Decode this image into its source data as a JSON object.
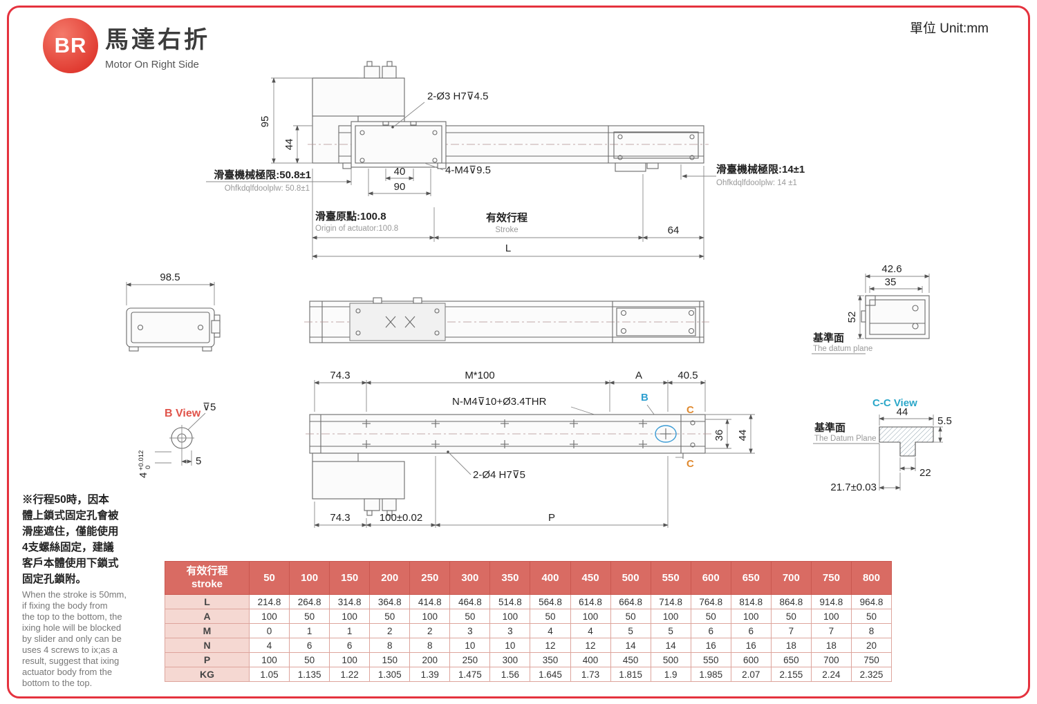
{
  "page": {
    "logo": "BR",
    "title": "馬達右折",
    "subtitle": "Motor On Right Side",
    "unit": "單位 Unit:mm"
  },
  "colors": {
    "frame": "#e5323e",
    "logo": "#e03a30",
    "table_header": "#d96b63",
    "row_label_bg": "#f5d8d2",
    "section_b": "#2e9fd0",
    "section_c": "#e08a30",
    "b_view_title": "#e0534a",
    "cc_title": "#2ba7c9"
  },
  "top_view": {
    "hole_note": "2-Ø3 H7⊽4.5",
    "dim_height_total": "95",
    "dim_height_rail": "44",
    "screw_note": "4-M4⊽9.5",
    "dim_40": "40",
    "dim_90": "90",
    "limit_left_zh": "滑臺機械極限:50.8±1",
    "limit_left_en": "Ohfkdqlfdoolplw: 50.8±1",
    "limit_right_zh": "滑臺機械極限:14±1",
    "limit_right_en": "Ohfkdqlfdoolplw: 14 ±1",
    "origin_zh": "滑臺原點:100.8",
    "origin_en": "Origin of actuator:100.8",
    "stroke_zh": "有效行程",
    "stroke_en": "Stroke",
    "dim_64": "64",
    "dim_total": "L"
  },
  "side_views": {
    "dim_width": "98.5",
    "dim_426": "42.6",
    "dim_35": "35",
    "dim_52": "52",
    "datum_zh": "基準面",
    "datum_en": "The datum plane"
  },
  "bottom_view": {
    "dim_743_top": "74.3",
    "dim_m100": "M*100",
    "dim_a": "A",
    "dim_405": "40.5",
    "hole_note": "N-M4⊽10+Ø3.4THR",
    "section_b": "B",
    "section_c_top": "C",
    "section_c_bottom": "C",
    "dim_36": "36",
    "dim_44": "44",
    "hole_note2": "2-Ø4 H7⊽5",
    "dim_743_bottom": "74.3",
    "dim_100": "100±0.02",
    "dim_p": "P"
  },
  "b_view": {
    "title": "B View",
    "depth_note": "⊽5",
    "dim_5": "5",
    "tol_main": "4",
    "tol_plus": "+0.012",
    "tol_zero": "0"
  },
  "cc_view": {
    "title": "C-C View",
    "dim_44": "44",
    "dim_55": "5.5",
    "dim_22": "22",
    "dim_217": "21.7±0.03",
    "datum_zh": "基準面",
    "datum_en": "The Datum Plane"
  },
  "note": {
    "zh": "※行程50時，因本\n體上鎖式固定孔會被\n滑座遮住，僅能使用\n4支螺絲固定，建議\n客戶本體使用下鎖式\n固定孔鎖附。",
    "en": "When the stroke is 50mm,\nif fixing the body from\nthe top to the bottom, the\nixing hole will be blocked\nby slider and only can be\nuses 4 screws to ix;as a\nresult, suggest that ixing\nactuator body from the\nbottom to the top."
  },
  "table": {
    "header": {
      "zh": "有效行程",
      "en": "stroke"
    },
    "strokes": [
      "50",
      "100",
      "150",
      "200",
      "250",
      "300",
      "350",
      "400",
      "450",
      "500",
      "550",
      "600",
      "650",
      "700",
      "750",
      "800"
    ],
    "rows": [
      {
        "label": "L",
        "values": [
          "214.8",
          "264.8",
          "314.8",
          "364.8",
          "414.8",
          "464.8",
          "514.8",
          "564.8",
          "614.8",
          "664.8",
          "714.8",
          "764.8",
          "814.8",
          "864.8",
          "914.8",
          "964.8"
        ]
      },
      {
        "label": "A",
        "values": [
          "100",
          "50",
          "100",
          "50",
          "100",
          "50",
          "100",
          "50",
          "100",
          "50",
          "100",
          "50",
          "100",
          "50",
          "100",
          "50"
        ]
      },
      {
        "label": "M",
        "values": [
          "0",
          "1",
          "1",
          "2",
          "2",
          "3",
          "3",
          "4",
          "4",
          "5",
          "5",
          "6",
          "6",
          "7",
          "7",
          "8"
        ]
      },
      {
        "label": "N",
        "values": [
          "4",
          "6",
          "6",
          "8",
          "8",
          "10",
          "10",
          "12",
          "12",
          "14",
          "14",
          "16",
          "16",
          "18",
          "18",
          "20"
        ]
      },
      {
        "label": "P",
        "values": [
          "100",
          "50",
          "100",
          "150",
          "200",
          "250",
          "300",
          "350",
          "400",
          "450",
          "500",
          "550",
          "600",
          "650",
          "700",
          "750"
        ]
      },
      {
        "label": "KG",
        "values": [
          "1.05",
          "1.135",
          "1.22",
          "1.305",
          "1.39",
          "1.475",
          "1.56",
          "1.645",
          "1.73",
          "1.815",
          "1.9",
          "1.985",
          "2.07",
          "2.155",
          "2.24",
          "2.325"
        ]
      }
    ]
  }
}
